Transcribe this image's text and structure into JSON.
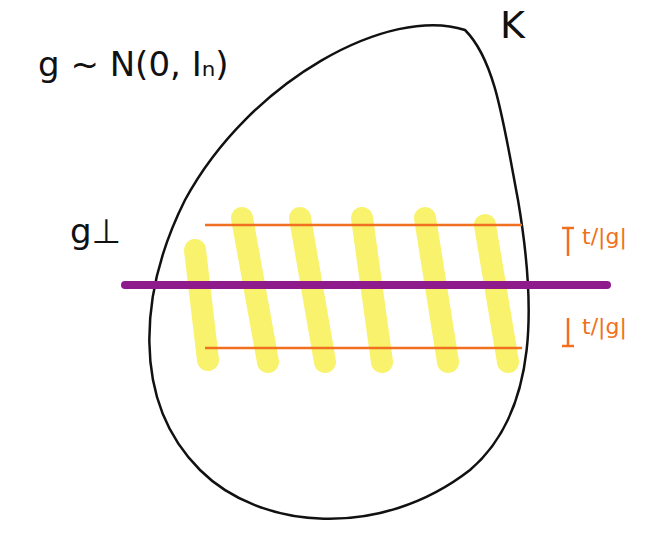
{
  "diagram": {
    "labels": [
      "g ~ N(0, Iₙ)",
      "K",
      "g⊥",
      "t/|g|",
      "t/|g|"
    ]
  }
}
